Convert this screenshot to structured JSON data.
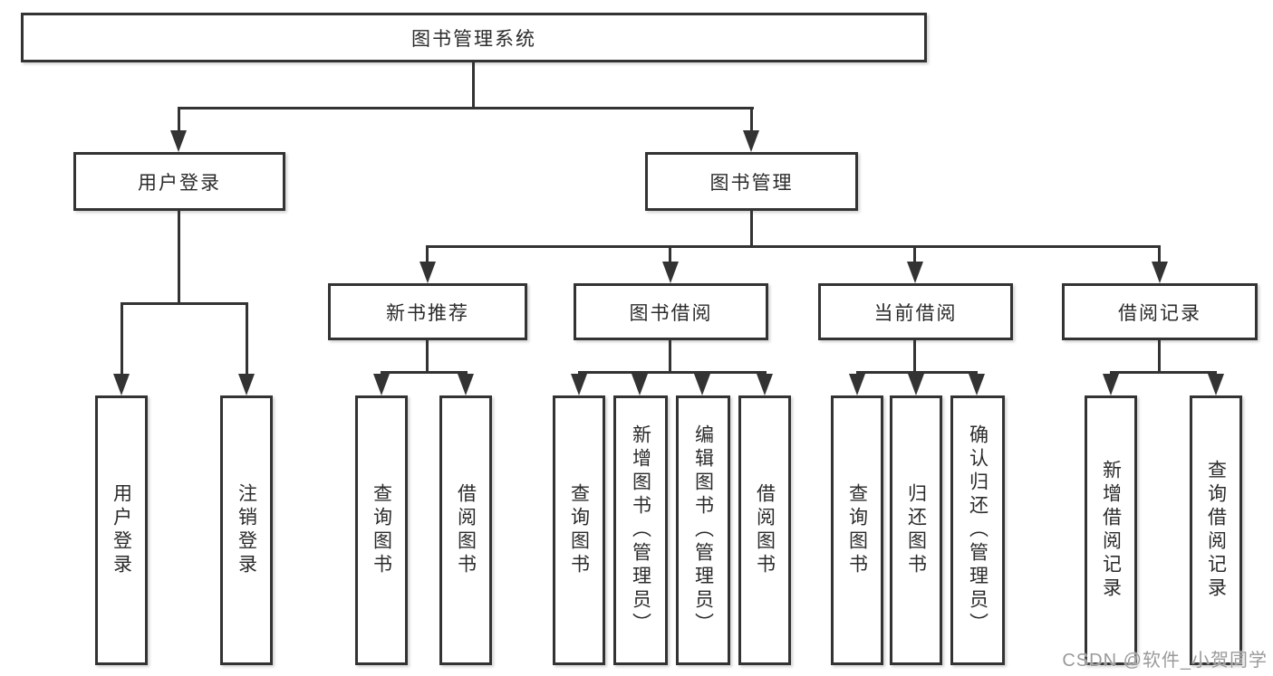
{
  "diagram": {
    "root": "图书管理系统",
    "level2": [
      "用户登录",
      "图书管理"
    ],
    "level3": [
      "新书推荐",
      "图书借阅",
      "当前借阅",
      "借阅记录"
    ],
    "leaves_user_login": [
      "用户登录",
      "注销登录"
    ],
    "leaves_new_book": [
      "查询图书",
      "借阅图书"
    ],
    "leaves_book_borrow": [
      "查询图书",
      "新增图书（管理员）",
      "编辑图书（管理员）",
      "借阅图书"
    ],
    "leaves_current_borrow": [
      "查询图书",
      "归还图书",
      "确认归还（管理员）"
    ],
    "leaves_borrow_record": [
      "新增借阅记录",
      "查询借阅记录"
    ]
  },
  "watermark": "CSDN @软件_小贺同学",
  "colors": {
    "line": "#333333",
    "text": "#2b2b2b",
    "watermark": "#9a9a9a",
    "background": "#ffffff"
  }
}
